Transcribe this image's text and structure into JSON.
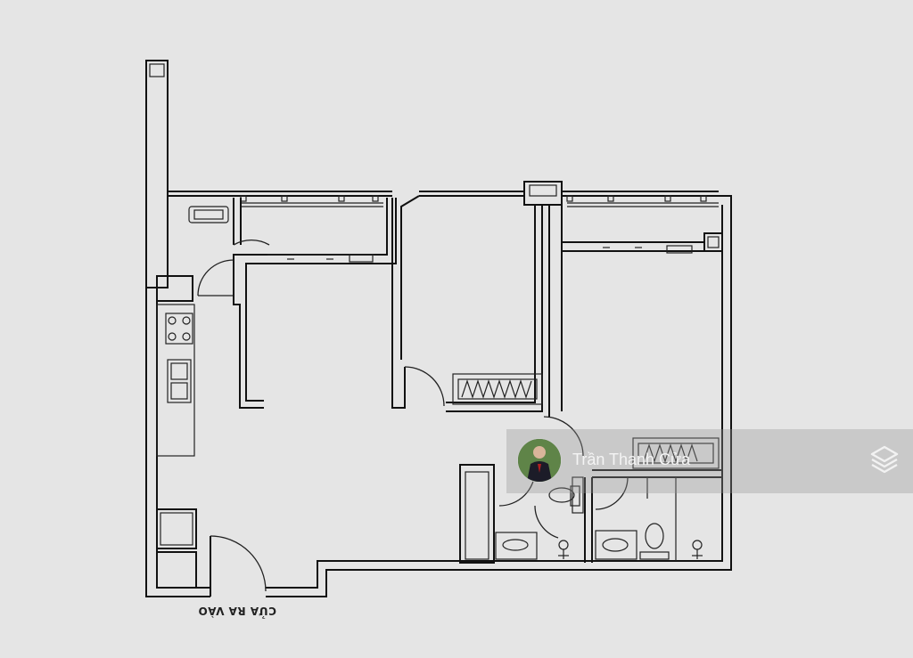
{
  "plan": {
    "entrance_label": "CỬA RA VÀO"
  },
  "watermark": {
    "author_name": "Trần Thanh Cửa",
    "avatar_icon": "person-avatar",
    "layers_icon": "stacked-layers-icon"
  }
}
